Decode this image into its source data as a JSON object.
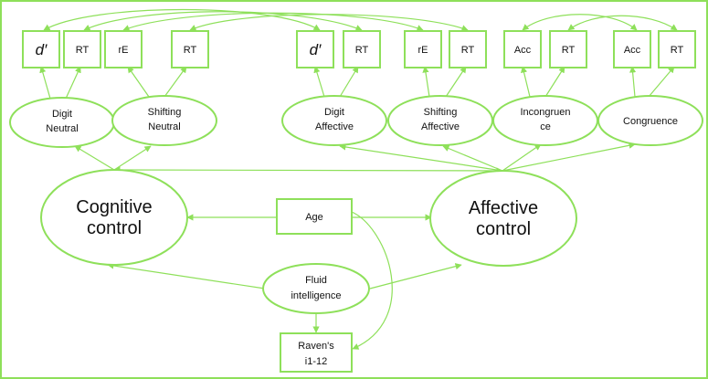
{
  "colors": {
    "accent": "#8ee05a",
    "text": "#111111",
    "background": "#ffffff"
  },
  "indicators": [
    {
      "id": "dprime1",
      "label": "d′"
    },
    {
      "id": "rt1",
      "label": "RT"
    },
    {
      "id": "re1",
      "label": "rE"
    },
    {
      "id": "rt2",
      "label": "RT"
    },
    {
      "id": "dprime2",
      "label": "d′"
    },
    {
      "id": "rt3",
      "label": "RT"
    },
    {
      "id": "re2",
      "label": "rE"
    },
    {
      "id": "rt4",
      "label": "RT"
    },
    {
      "id": "acc1",
      "label": "Acc"
    },
    {
      "id": "rt5",
      "label": "RT"
    },
    {
      "id": "acc2",
      "label": "Acc"
    },
    {
      "id": "rt6",
      "label": "RT"
    }
  ],
  "first_order_factors": [
    {
      "id": "digit-neutral",
      "lines": [
        "Digit",
        "Neutral"
      ]
    },
    {
      "id": "shifting-neutral",
      "lines": [
        "Shifting",
        "Neutral"
      ]
    },
    {
      "id": "digit-affective",
      "lines": [
        "Digit",
        "Affective"
      ]
    },
    {
      "id": "shifting-affective",
      "lines": [
        "Shifting",
        "Affective"
      ]
    },
    {
      "id": "incongruence",
      "lines": [
        "Incongruen",
        "ce"
      ]
    },
    {
      "id": "congruence",
      "lines": [
        "Congruence"
      ]
    }
  ],
  "second_order_factors": [
    {
      "id": "cognitive-control",
      "lines": [
        "Cognitive",
        "control"
      ]
    },
    {
      "id": "affective-control",
      "lines": [
        "Affective",
        "control"
      ]
    }
  ],
  "covariates": {
    "age": "Age",
    "fluid_intelligence": [
      "Fluid",
      "intelligence"
    ],
    "ravens": [
      "Raven's",
      "i1-12"
    ]
  }
}
